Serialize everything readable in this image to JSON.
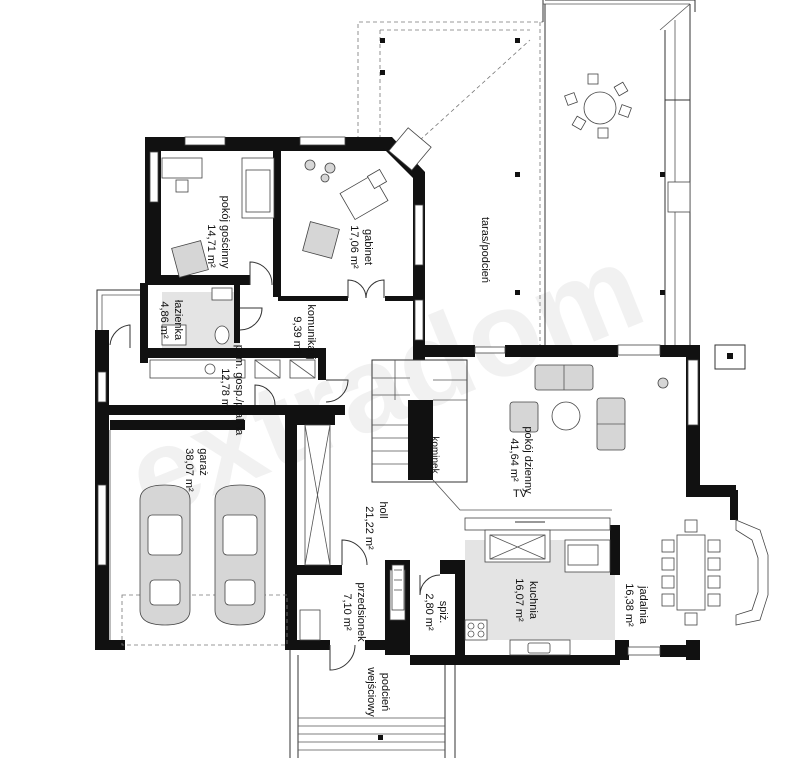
{
  "rooms": {
    "pokoj_goscinny": {
      "name": "pokój gościnny",
      "area": "14,71 m²"
    },
    "gabinet": {
      "name": "gabinet",
      "area": "17,06 m²"
    },
    "lazienka": {
      "name": "łazienka",
      "area": "4,86 m²"
    },
    "komunikacja": {
      "name": "komunikacja",
      "area": "9,39 m²"
    },
    "pom_gosp_pralnia": {
      "name": "pom. gosp./pralnia",
      "area": "12,78 m²"
    },
    "garaz": {
      "name": "garaż",
      "area": "38,07 m²"
    },
    "holl": {
      "name": "holl",
      "area": "21,22 m²"
    },
    "przedsionek": {
      "name": "przedsionek",
      "area": "7,10 m²"
    },
    "spiz": {
      "name": "spiż.",
      "area": "2,80 m²"
    },
    "kuchnia": {
      "name": "kuchnia",
      "area": "16,07 m²"
    },
    "jadalnia": {
      "name": "jadalnia",
      "area": "16,38 m²"
    },
    "pokoj_dzienny": {
      "name": "pokój dzienny",
      "area": "41,64 m²"
    },
    "taras": {
      "name": "taras/podcień"
    },
    "podcien_wejsciowy": {
      "line1": "podcień",
      "line2": "wejściowy"
    }
  },
  "labels": {
    "kominek": "kominek",
    "tv": "TV"
  },
  "watermark": {
    "text": "extradom"
  },
  "colors": {
    "wall": "#111111",
    "floor_grey": "#e4e4e4",
    "furniture": "#d6d6d6"
  }
}
